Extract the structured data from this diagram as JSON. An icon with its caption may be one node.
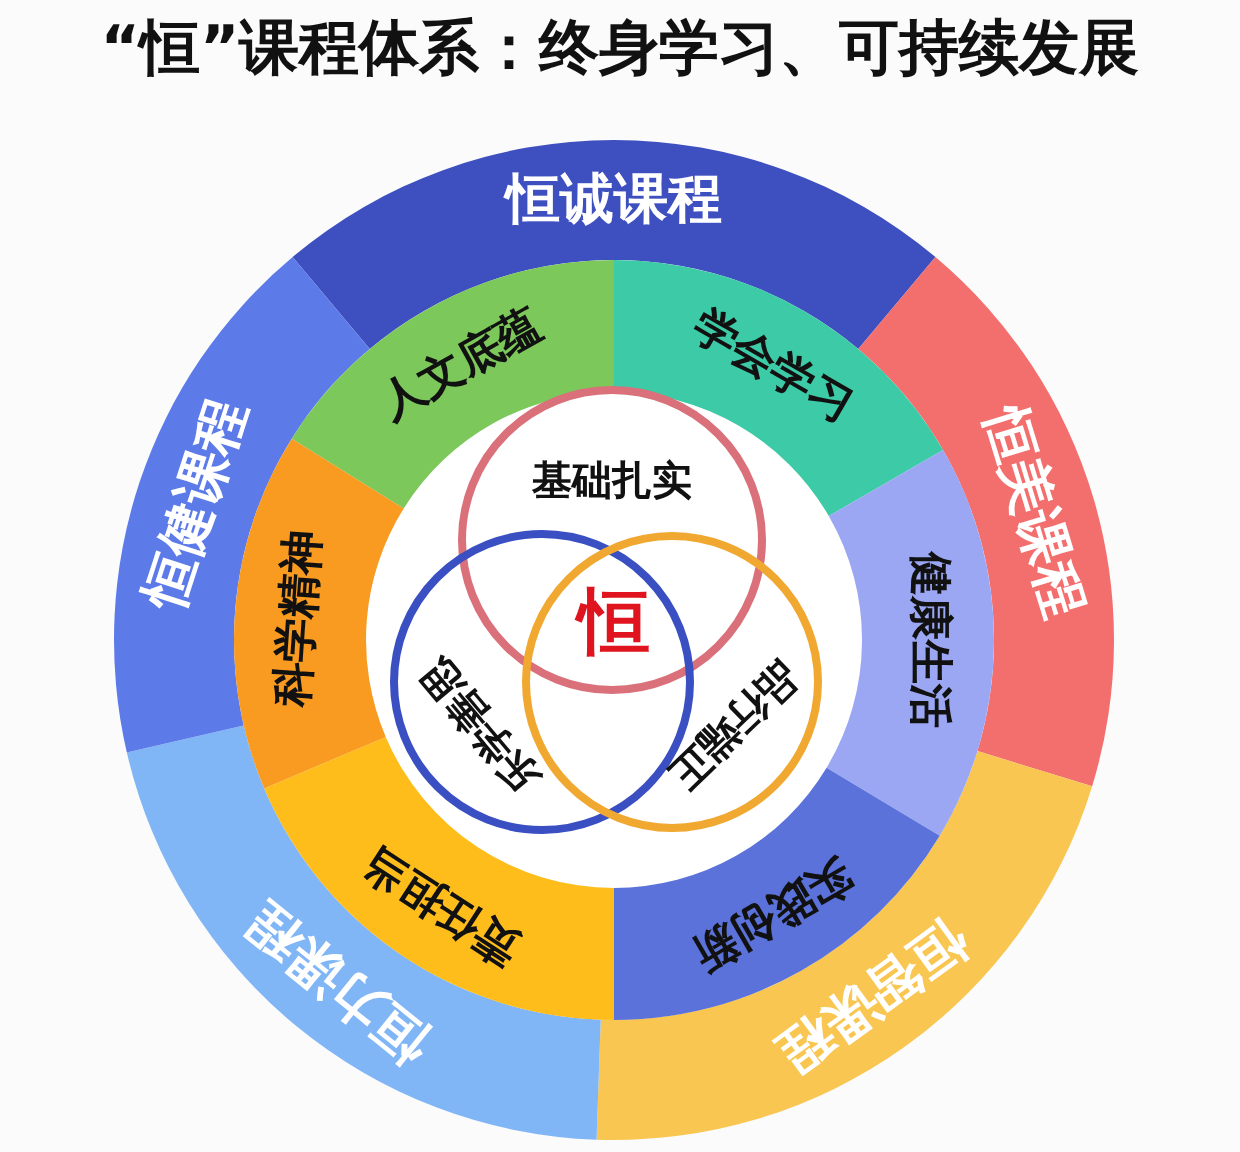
{
  "diagram": {
    "title": "“恒”课程体系：终身学习、可持续发展",
    "nodes": [
      {
        "text": [
          "恒诚课程"
        ]
      },
      {
        "text": [
          "恒美课程"
        ]
      },
      {
        "text": [
          "恒智课程"
        ]
      },
      {
        "text": [
          "恒力课程"
        ]
      },
      {
        "text": [
          "恒健课程"
        ]
      },
      {
        "text": [
          "人文底蕴"
        ]
      },
      {
        "text": [
          "学会学习"
        ]
      },
      {
        "text": [
          "健康生活"
        ]
      },
      {
        "text": [
          "实践创新"
        ]
      },
      {
        "text": [
          "责任担当"
        ]
      },
      {
        "text": [
          "科学精神"
        ]
      },
      {
        "text": [
          "基础扎实"
        ]
      },
      {
        "text": [
          "乐学善思"
        ]
      },
      {
        "text": [
          "品行端正"
        ]
      }
    ],
    "labels": [
      "恒"
    ]
  }
}
